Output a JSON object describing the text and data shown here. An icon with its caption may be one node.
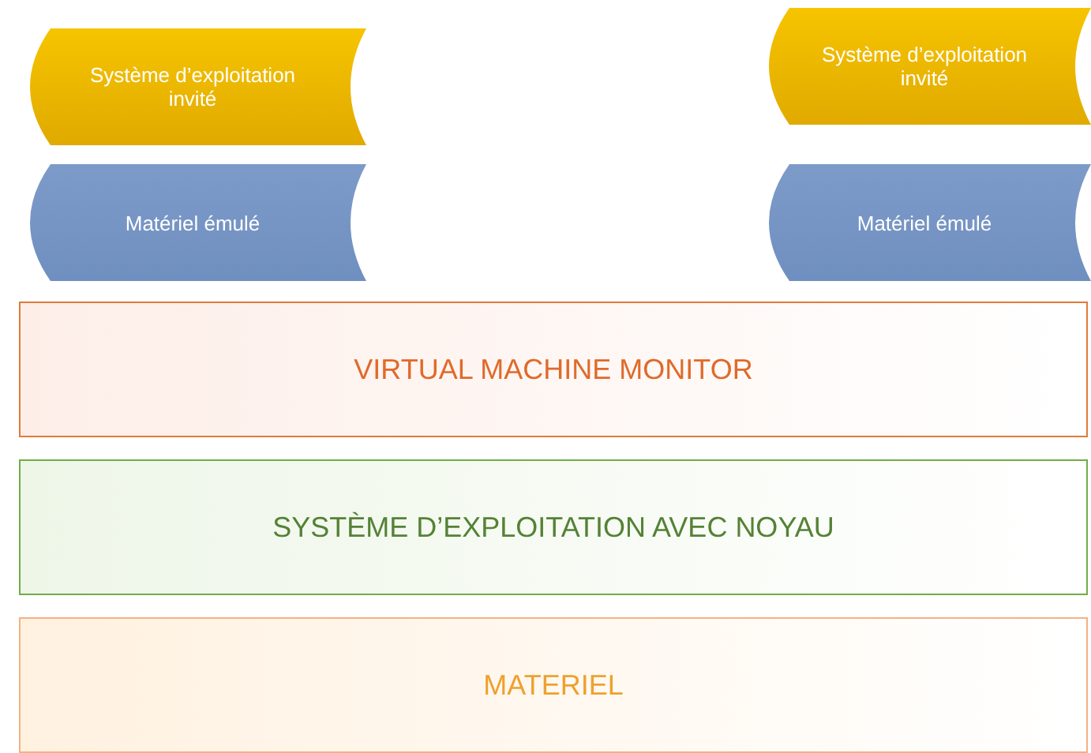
{
  "diagram": {
    "nodes": [
      {
        "text": [
          "Système d’exploitation invité"
        ]
      },
      {
        "text": [
          "Système d’exploitation invité"
        ]
      },
      {
        "text": [
          "Matériel émulé"
        ]
      },
      {
        "text": [
          "Matériel émulé"
        ]
      },
      {
        "text": [
          "VIRTUAL MACHINE MONITOR"
        ]
      },
      {
        "text": [
          "SYSTÈME D’EXPLOITATION AVEC NOYAU"
        ]
      },
      {
        "text": [
          "MATERIEL"
        ]
      }
    ]
  }
}
